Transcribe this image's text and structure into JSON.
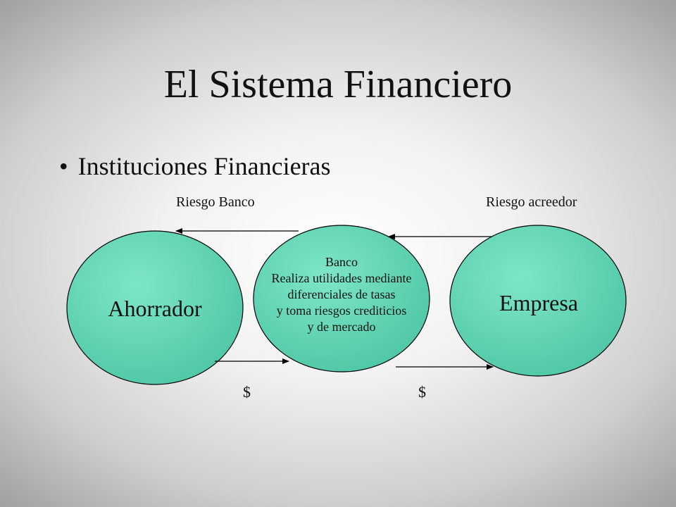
{
  "slide": {
    "title": "El Sistema Financiero",
    "bullet": "Instituciones Financieras"
  },
  "diagram": {
    "risk_bank_label": "Riesgo Banco",
    "risk_creditor_label": "Riesgo acreedor",
    "nodes": {
      "saver": "Ahorrador",
      "bank_lines": [
        "Banco",
        "Realiza utilidades mediante",
        "diferenciales de tasas",
        "y toma riesgos crediticios",
        "y de mercado"
      ],
      "company": "Empresa"
    },
    "money_left": "$",
    "money_right": "$",
    "colors": {
      "ellipse_fill": "#5fd1b1",
      "ellipse_stroke": "#000000",
      "arrow": "#000000"
    }
  }
}
